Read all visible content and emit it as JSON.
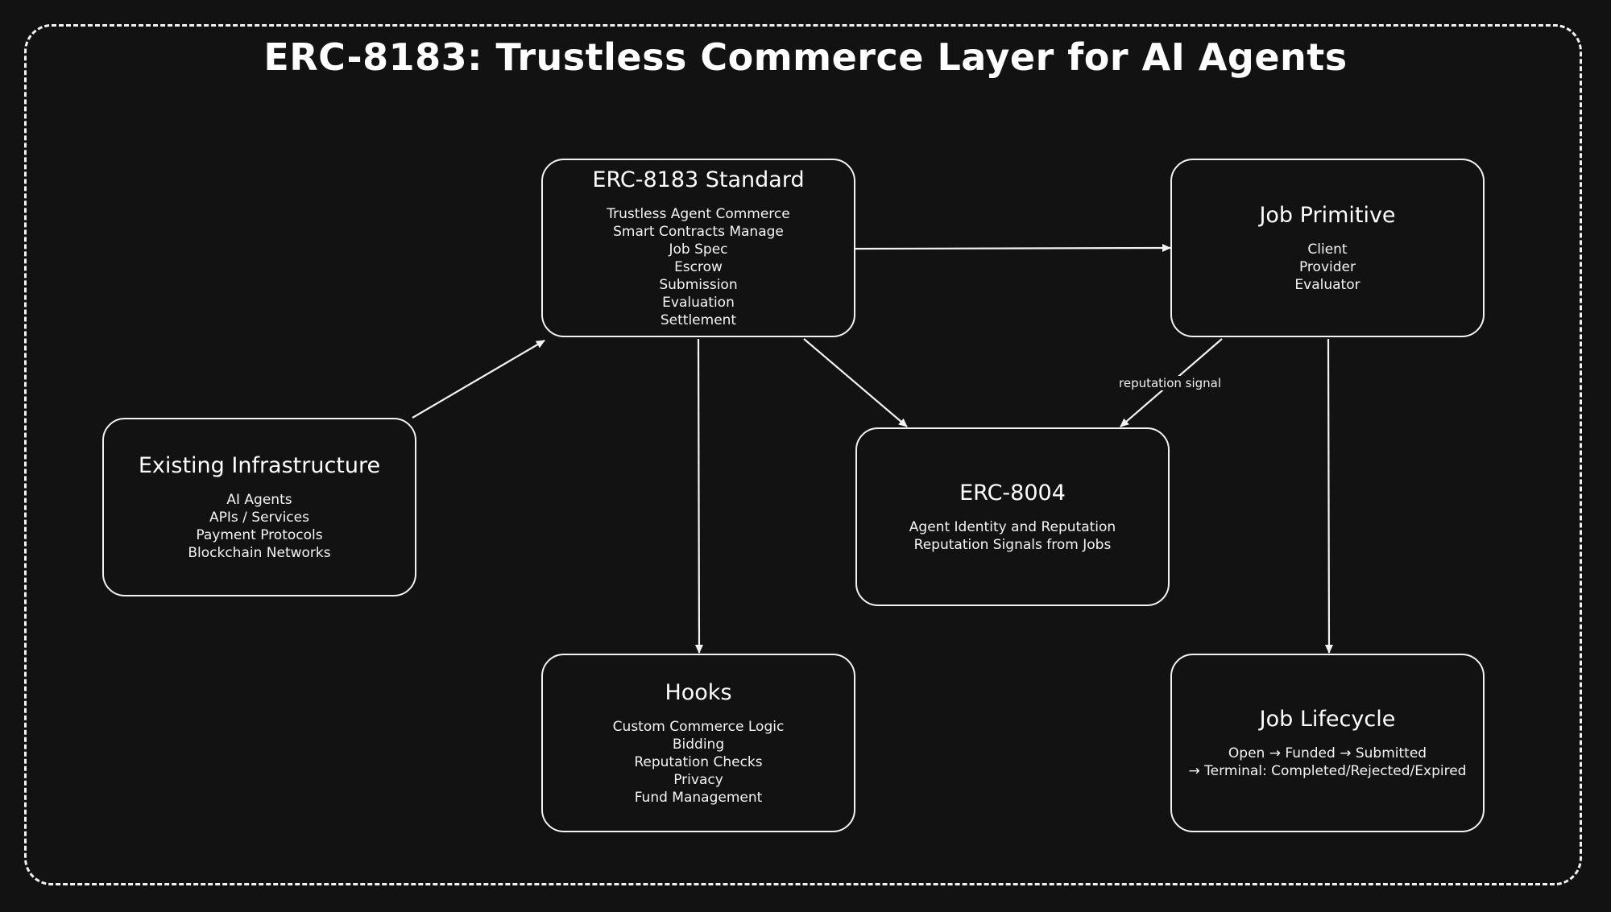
{
  "diagram": {
    "title": "ERC-8183: Trustless Commerce Layer for AI Agents",
    "nodes": [
      {
        "id": "erc8183",
        "title": "ERC-8183 Standard",
        "lines": [
          "Trustless Agent Commerce",
          "Smart Contracts Manage",
          "Job Spec",
          "Escrow",
          "Submission",
          "Evaluation",
          "Settlement"
        ]
      },
      {
        "id": "job-primitive",
        "title": "Job Primitive",
        "lines": [
          "Client",
          "Provider",
          "Evaluator"
        ]
      },
      {
        "id": "existing-infra",
        "title": "Existing Infrastructure",
        "lines": [
          "AI Agents",
          "APIs / Services",
          "Payment Protocols",
          "Blockchain Networks"
        ]
      },
      {
        "id": "erc8004",
        "title": "ERC-8004",
        "lines": [
          "Agent Identity and Reputation",
          "Reputation Signals from Jobs"
        ]
      },
      {
        "id": "hooks",
        "title": "Hooks",
        "lines": [
          "Custom Commerce Logic",
          "Bidding",
          "Reputation Checks",
          "Privacy",
          "Fund Management"
        ]
      },
      {
        "id": "job-lifecycle",
        "title": "Job Lifecycle",
        "lines": [
          "Open → Funded → Submitted",
          "→ Terminal: Completed/Rejected/Expired"
        ]
      }
    ],
    "edges": [
      {
        "from": "existing-infra",
        "to": "erc8183",
        "label": ""
      },
      {
        "from": "erc8183",
        "to": "job-primitive",
        "label": ""
      },
      {
        "from": "erc8183",
        "to": "erc8004",
        "label": ""
      },
      {
        "from": "erc8183",
        "to": "hooks",
        "label": ""
      },
      {
        "from": "job-primitive",
        "to": "erc8004",
        "label": "reputation signal"
      },
      {
        "from": "job-primitive",
        "to": "job-lifecycle",
        "label": ""
      }
    ]
  },
  "colors": {
    "background": "#121212",
    "stroke": "#f2f2f2",
    "text": "#ffffff"
  }
}
